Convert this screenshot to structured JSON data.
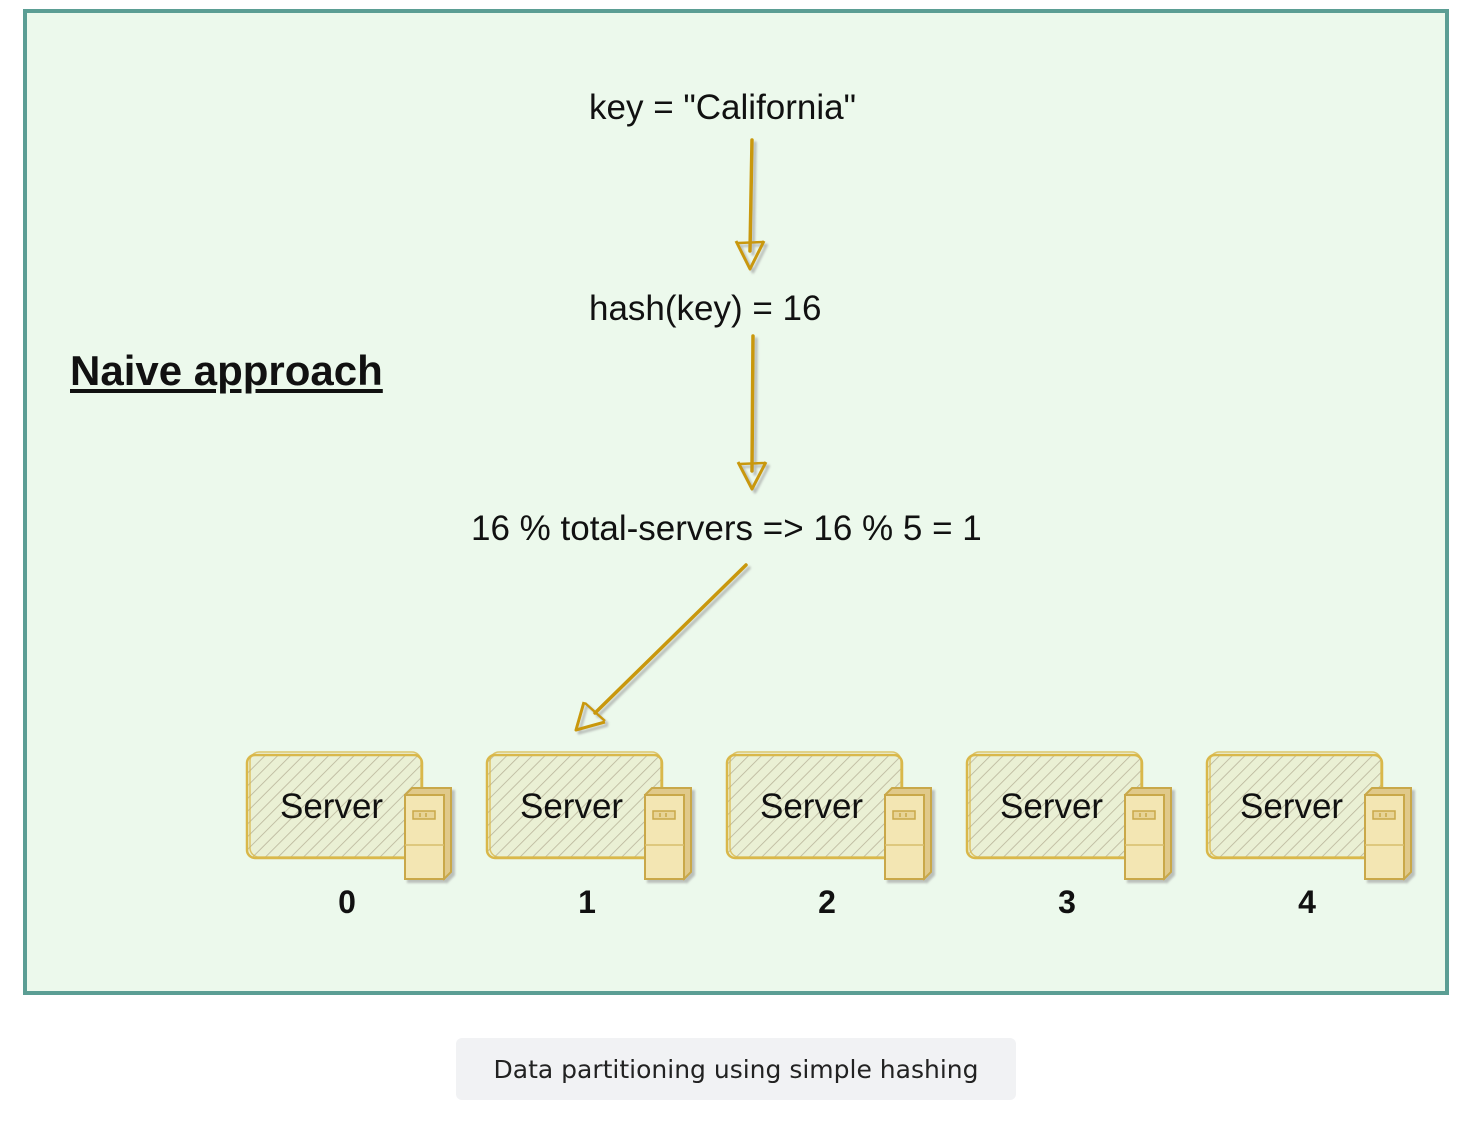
{
  "diagram": {
    "title": "Naive approach",
    "steps": [
      "key = \"California\"",
      "hash(key) = 16",
      "16 % total-servers => 16 % 5 = 1"
    ],
    "servers": [
      {
        "label": "Server",
        "index": "0"
      },
      {
        "label": "Server",
        "index": "1"
      },
      {
        "label": "Server",
        "index": "2"
      },
      {
        "label": "Server",
        "index": "3"
      },
      {
        "label": "Server",
        "index": "4"
      }
    ],
    "target_server": 1,
    "colors": {
      "border": "#5b9e94",
      "background": "#ecf9ec",
      "arrow": "#c9980a",
      "server_fill": "#f3e6b3",
      "server_stroke": "#d9b84a"
    }
  },
  "caption": "Data partitioning using simple hashing"
}
